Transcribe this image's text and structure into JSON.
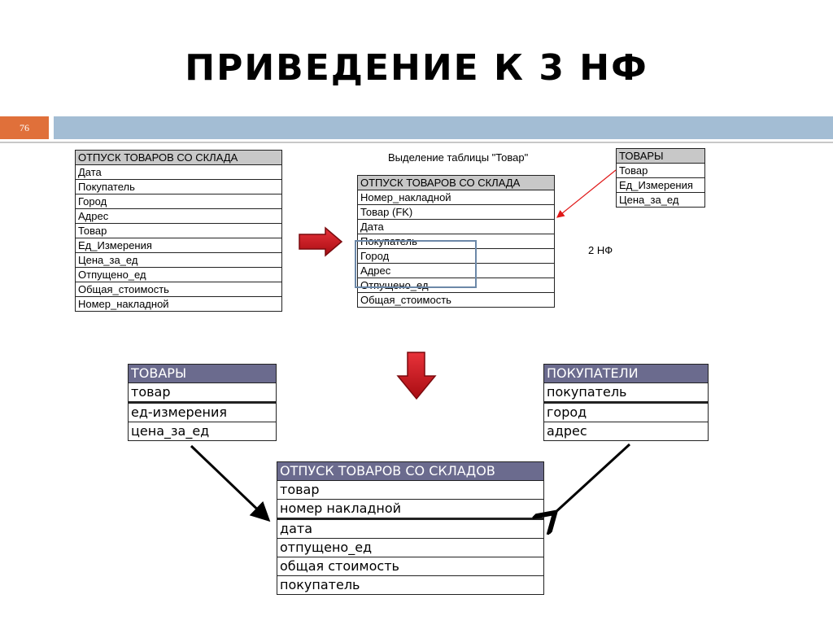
{
  "slide": {
    "title": "ПРИВЕДЕНИЕ К 3 НФ",
    "number": "76"
  },
  "table_source": {
    "header": "ОТПУСК ТОВАРОВ СО СКЛАДА",
    "rows": [
      "Дата",
      "Покупатель",
      "Город",
      "Адрес",
      "Товар",
      "Ед_Измерения",
      "Цена_за_ед",
      "Отпущено_ед",
      "Общая_стоимость",
      "Номер_накладной"
    ]
  },
  "caption_select": "Выделение таблицы \"Товар\"",
  "table_2nf": {
    "header": "ОТПУСК ТОВАРОВ СО СКЛАДА",
    "rows": [
      "Номер_накладной",
      "Товар (FK)",
      "Дата",
      "Покупатель",
      "Город",
      "Адрес",
      "Отпущено_ед",
      "Общая_стоимость"
    ]
  },
  "table_goods_small": {
    "header": "ТОВАРЫ",
    "rows": [
      "Товар",
      "Ед_Измерения",
      "Цена_за_ед"
    ]
  },
  "label_2nf": "2 НФ",
  "table_goods": {
    "header": "ТОВАРЫ",
    "rows": [
      "товар",
      "ед-измерения",
      "цена_за_ед"
    ]
  },
  "table_buyers": {
    "header": "ПОКУПАТЕЛИ",
    "rows": [
      "покупатель",
      "город",
      "адрес"
    ]
  },
  "table_result": {
    "header": "ОТПУСК ТОВАРОВ СО СКЛАДОВ",
    "rows": [
      "товар",
      "номер накладной",
      "дата",
      "отпущено_ед",
      "общая стоимость",
      "покупатель"
    ]
  },
  "colors": {
    "slide_number_bg": "#e0703a",
    "band": "#a3bdd4",
    "header_small": "#c8c8c8",
    "header_big": "#6b6b8e",
    "arrow_fill": "#c8141e",
    "highlight_box": "#6c88a8",
    "red_line": "#e01818"
  }
}
